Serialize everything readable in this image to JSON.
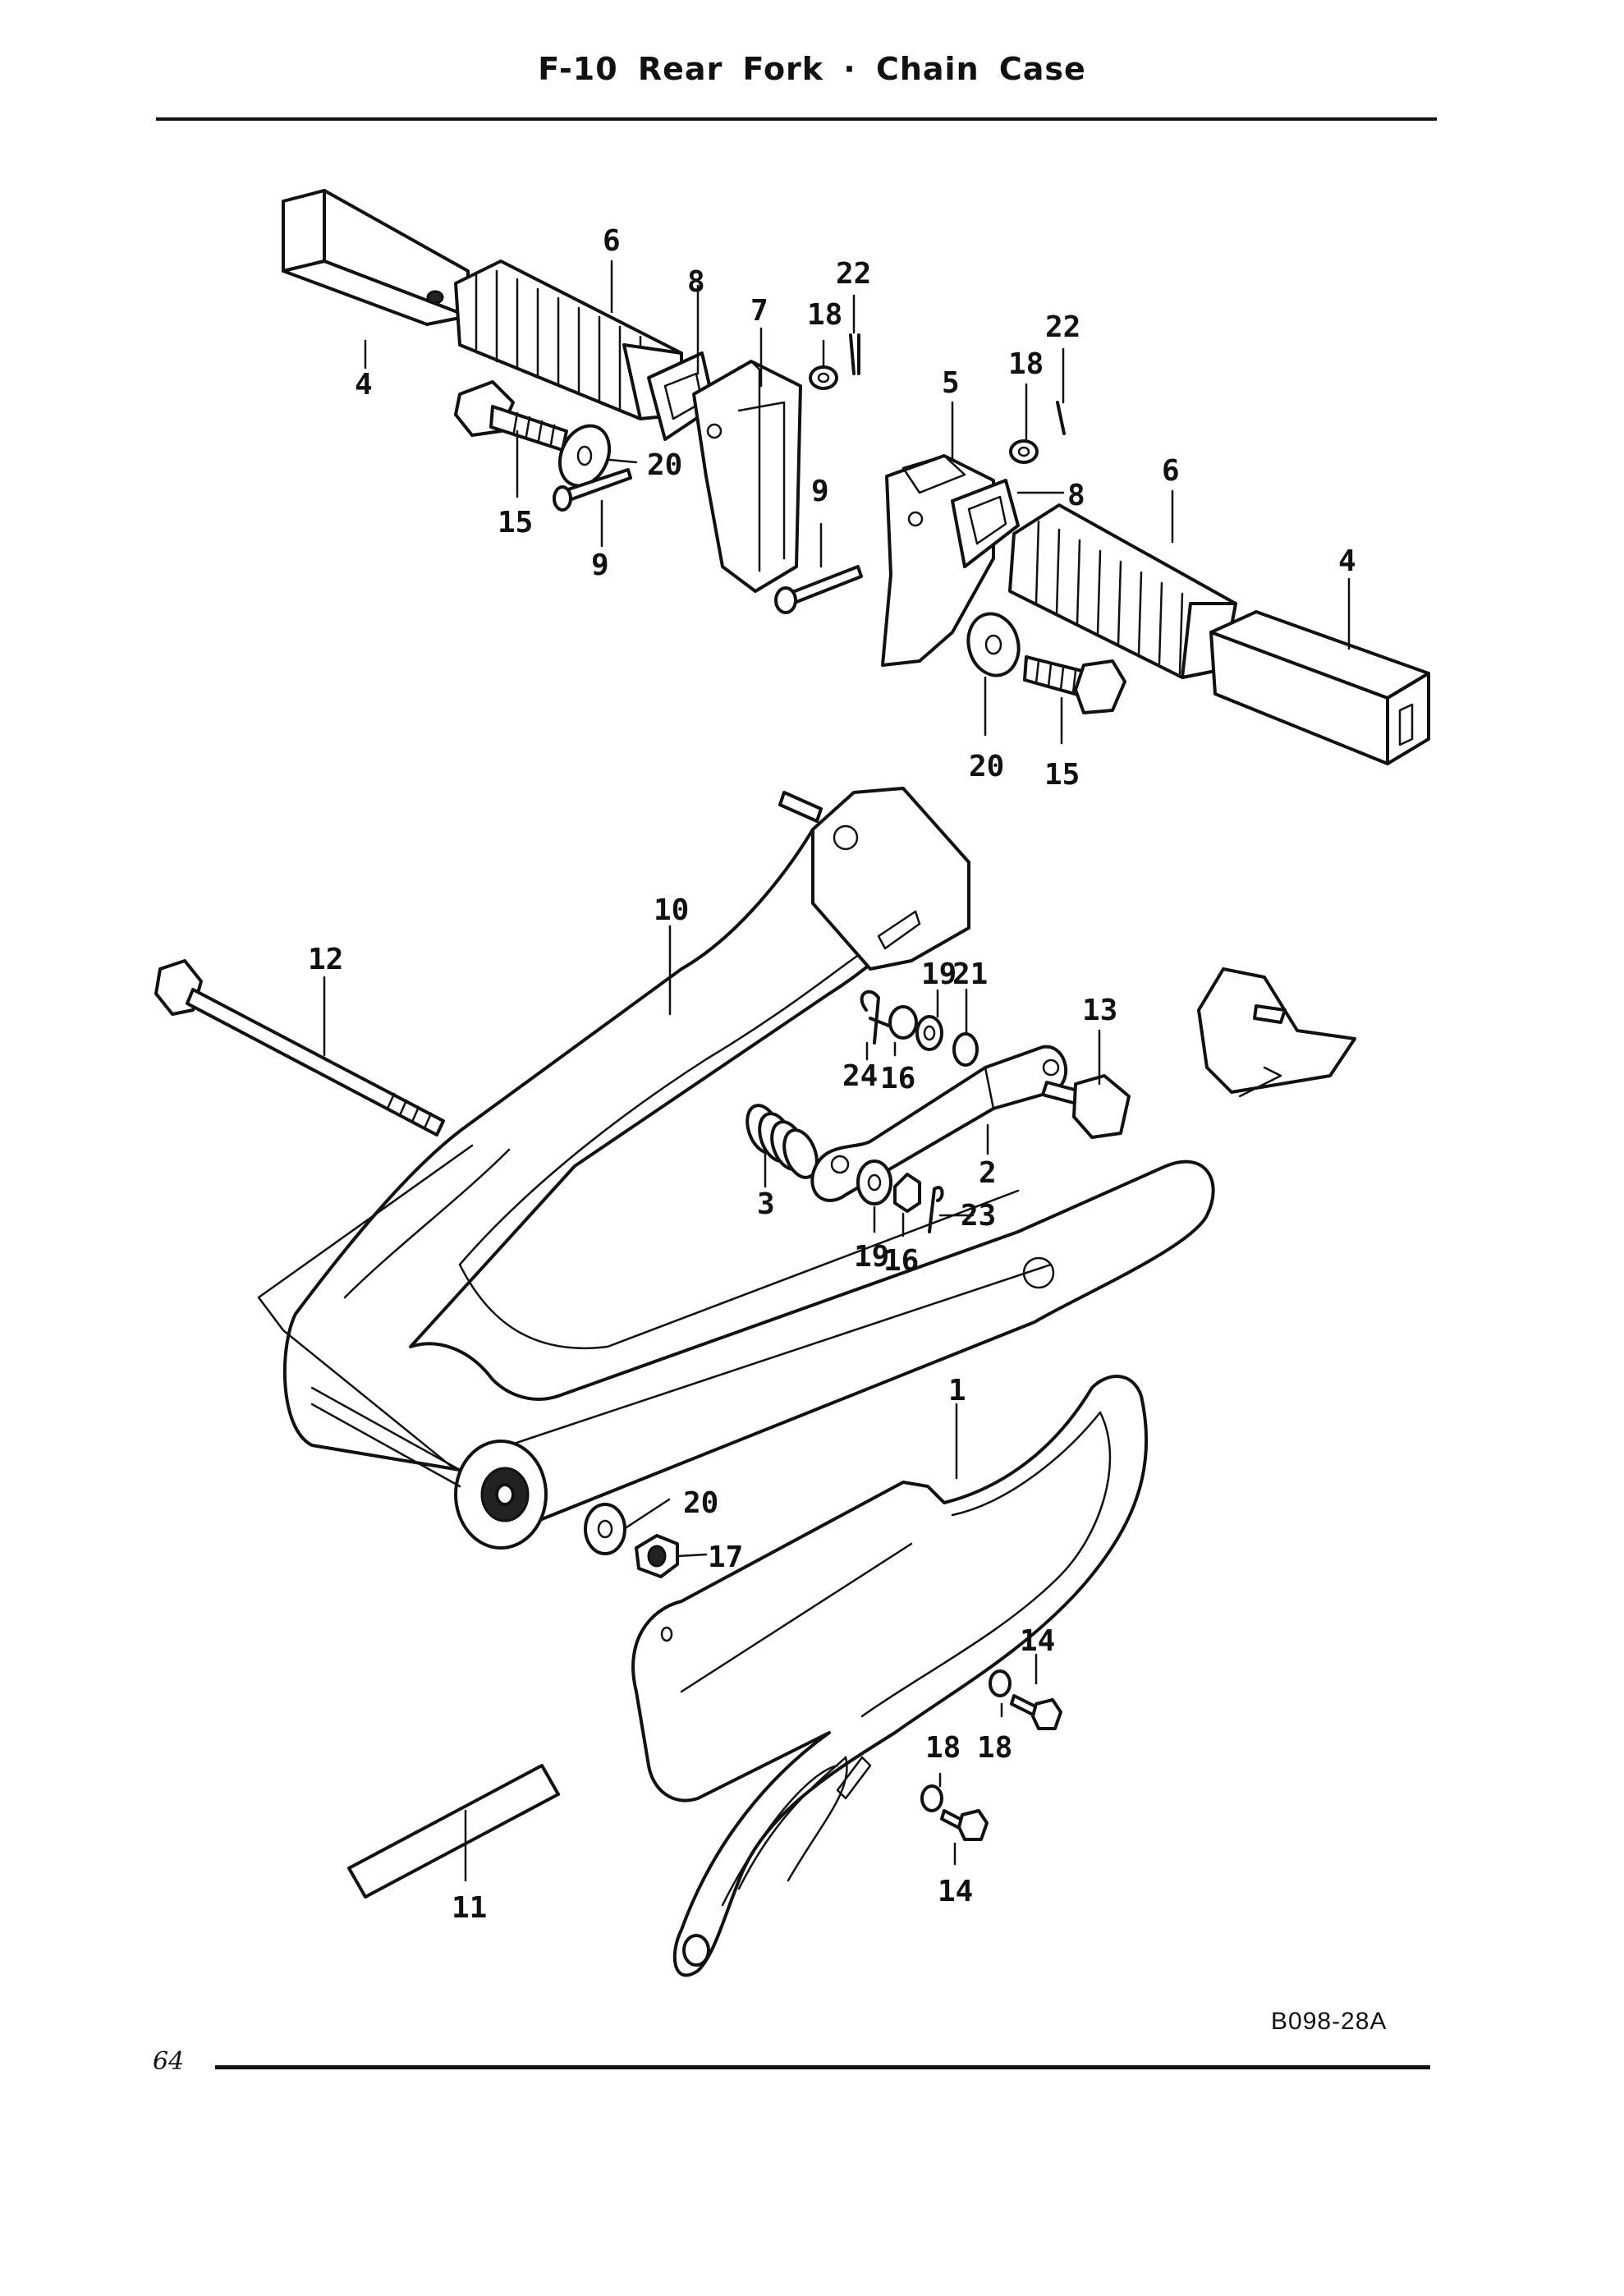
{
  "header": {
    "title": "F-10  Rear Fork · Chain Case"
  },
  "footer": {
    "page_number": "64",
    "figure_code": "B098-28A"
  },
  "callouts": [
    {
      "id": "c6a",
      "text": "6"
    },
    {
      "id": "c8a",
      "text": "8"
    },
    {
      "id": "c7",
      "text": "7"
    },
    {
      "id": "c18a",
      "text": "18"
    },
    {
      "id": "c22a",
      "text": "22"
    },
    {
      "id": "c4a",
      "text": "4"
    },
    {
      "id": "c20a",
      "text": "20"
    },
    {
      "id": "c15a",
      "text": "15"
    },
    {
      "id": "c9a",
      "text": "9"
    },
    {
      "id": "c9b",
      "text": "9"
    },
    {
      "id": "c22b",
      "text": "22"
    },
    {
      "id": "c18b",
      "text": "18"
    },
    {
      "id": "c5",
      "text": "5"
    },
    {
      "id": "c8b",
      "text": "8"
    },
    {
      "id": "c6b",
      "text": "6"
    },
    {
      "id": "c4b",
      "text": "4"
    },
    {
      "id": "c20b",
      "text": "20"
    },
    {
      "id": "c15b",
      "text": "15"
    },
    {
      "id": "c10",
      "text": "10"
    },
    {
      "id": "c12",
      "text": "12"
    },
    {
      "id": "c19a",
      "text": "19"
    },
    {
      "id": "c21",
      "text": "21"
    },
    {
      "id": "c13",
      "text": "13"
    },
    {
      "id": "c24",
      "text": "24"
    },
    {
      "id": "c16a",
      "text": "16"
    },
    {
      "id": "c3",
      "text": "3"
    },
    {
      "id": "c2",
      "text": "2"
    },
    {
      "id": "c23",
      "text": "23"
    },
    {
      "id": "c19b",
      "text": "19"
    },
    {
      "id": "c16b",
      "text": "16"
    },
    {
      "id": "c1",
      "text": "1"
    },
    {
      "id": "c20c",
      "text": "20"
    },
    {
      "id": "c17",
      "text": "17"
    },
    {
      "id": "c14a",
      "text": "14"
    },
    {
      "id": "c18c",
      "text": "18"
    },
    {
      "id": "c18d",
      "text": "18"
    },
    {
      "id": "c14b",
      "text": "14"
    },
    {
      "id": "c11",
      "text": "11"
    }
  ]
}
